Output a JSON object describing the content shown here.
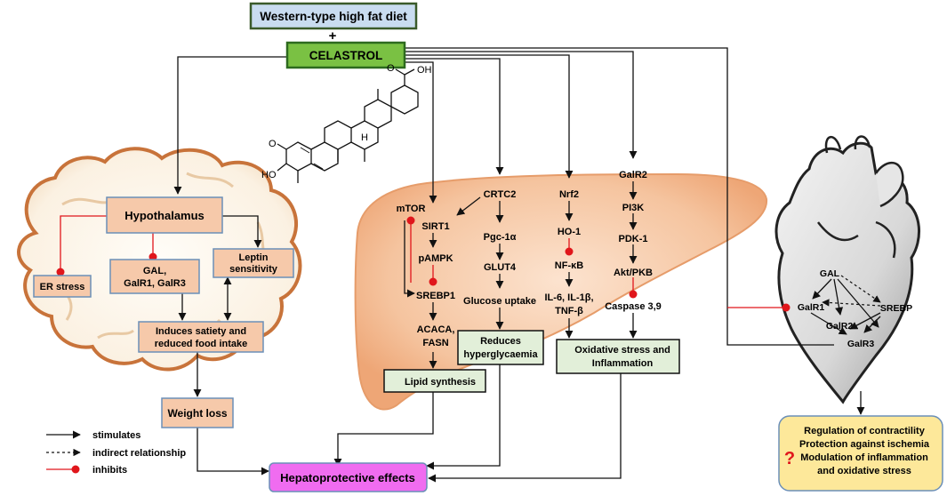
{
  "top_boxes": {
    "diet": "Western-type high fat diet",
    "plus": "+",
    "celastrol": "CELASTROL"
  },
  "molecule": {
    "oh_top": "OH",
    "o_top": "O",
    "o_left": "O",
    "ho_left": "HO",
    "h_center": "H"
  },
  "brain": {
    "hypothalamus": "Hypothalamus",
    "er_stress": "ER stress",
    "gal_1": "GAL,",
    "gal_2": "GalR1, GalR3",
    "leptin_1": "Leptin",
    "leptin_2": "sensitivity",
    "satiety_1": "Induces satiety and",
    "satiety_2": "reduced food intake",
    "weight_loss": "Weight loss"
  },
  "liver": {
    "mtor": "mTOR",
    "sirt1": "SIRT1",
    "pampk": "pAMPK",
    "srebp1": "SREBP1",
    "acaca_1": "ACACA,",
    "acaca_2": "FASN",
    "lipid": "Lipid synthesis",
    "crtc2": "CRTC2",
    "pgc": "Pgc-1α",
    "glut4": "GLUT4",
    "glucose": "Glucose uptake",
    "hyper_1": "Reduces",
    "hyper_2": "hyperglycaemia",
    "nrf2": "Nrf2",
    "ho1": "HO-1",
    "nfkb": "NF-κB",
    "il_1": "IL-6, IL-1β,",
    "il_2": "TNF-β",
    "oxi_1": "Oxidative stress and",
    "oxi_2": "Inflammation",
    "galr2": "GalR2",
    "pi3k": "PI3K",
    "pdk1": "PDK-1",
    "akt": "Akt/PKB",
    "caspase": "Caspase 3,9"
  },
  "heart": {
    "gal": "GAL",
    "galr1": "GalR1",
    "galr2": "GalR2",
    "galr3": "GalR3",
    "srebp": "SREBP",
    "outcome_1": "Regulation of contractility",
    "outcome_2": "Protection against ischemia",
    "outcome_3": "Modulation of inflammation",
    "outcome_4": "and oxidative stress",
    "question": "?"
  },
  "hepato": "Hepatoprotective effects",
  "legend": {
    "stimulates": "stimulates",
    "indirect": "indirect relationship",
    "inhibits": "inhibits"
  },
  "colors": {
    "diet_fill": "#c9dcf0",
    "diet_border": "#3a5a2a",
    "celastrol_fill": "#7ac143",
    "celastrol_border": "#2d6a1e",
    "brain_box_fill": "#f6c9aa",
    "brain_box_border": "#6b8fb8",
    "liver_fill": "#f3b88f",
    "outcome_fill": "#e2efd9",
    "hepato_fill": "#f06cf0",
    "heart_box_fill": "#fde89a",
    "inhibit": "#e0161b"
  }
}
